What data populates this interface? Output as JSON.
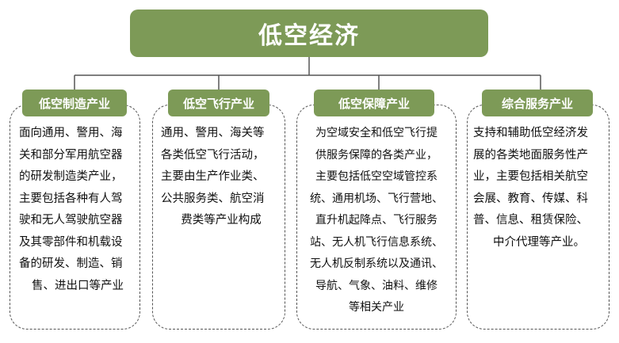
{
  "title": "低空经济",
  "categories": [
    {
      "label": "低空制造产业",
      "lines": [
        "面向通用、警用、海",
        "关和部分军用航空器",
        "的研发制造类产业，",
        "主要包括各种有人驾",
        "驶和无人驾驶航空器",
        "及其零部件和机载设",
        "备的研发、制造、销",
        "售、进出口等产业"
      ]
    },
    {
      "label": "低空飞行产业",
      "lines": [
        "通用、警用、海关等",
        "各类低空飞行活动，",
        "主要由生产作业类、",
        "公共服务类、航空消",
        "费类等产业构成"
      ]
    },
    {
      "label": "低空保障产业",
      "lines": [
        "为空域安全和低空飞行提",
        "供服务保障的各类产业，",
        "主要包括低空空域管控系",
        "统、通用机场、飞行营地、",
        "直升机起降点、飞行服务",
        "站、无人机飞行信息系统、",
        "无人机反制系统以及通讯、",
        "导航、气象、油料、维修",
        "等相关产业"
      ]
    },
    {
      "label": "综合服务产业",
      "lines": [
        "支持和辅助低空经济发",
        "展的各类地面服务性产",
        "业，主要包括相关航空",
        "会展、教育、传媒、科",
        "普、信息、租赁保险、",
        "中介代理等产业。"
      ]
    }
  ]
}
